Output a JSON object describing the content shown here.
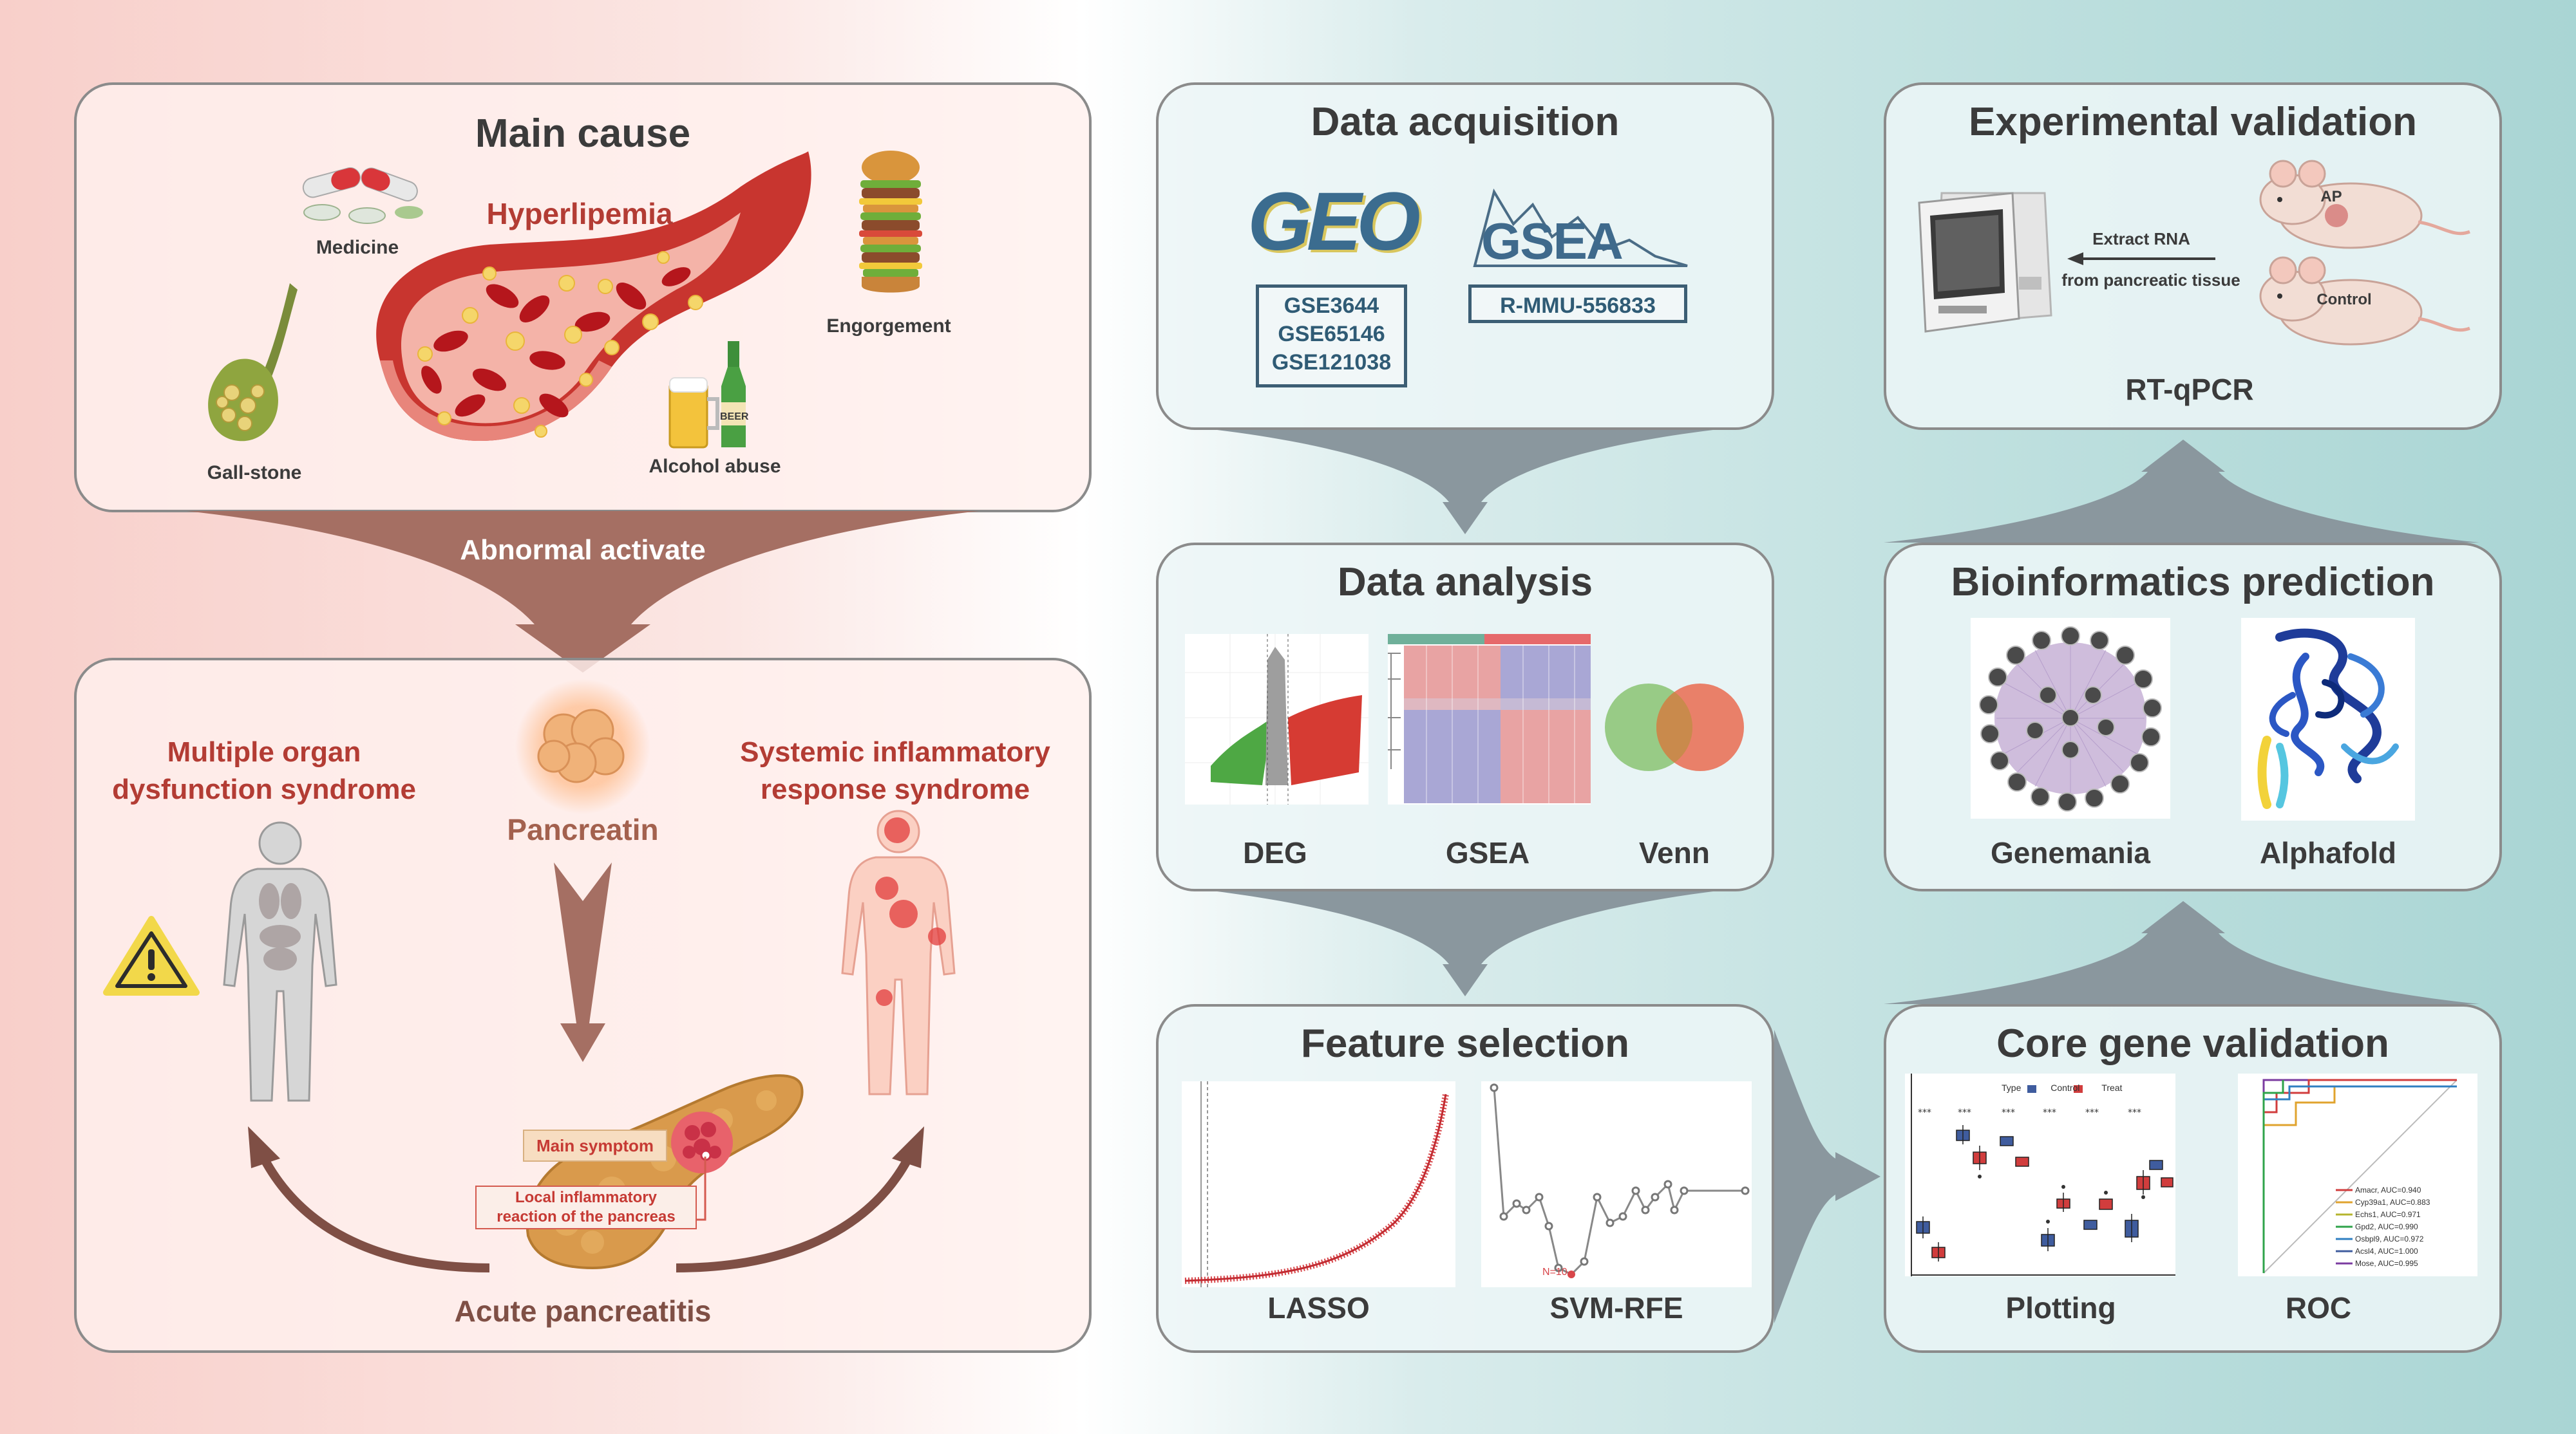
{
  "left": {
    "main_cause": {
      "title": "Main cause",
      "hyperlipemia": "Hyperlipemia",
      "medicine": "Medicine",
      "gallstone": "Gall-stone",
      "alcohol": "Alcohol abuse",
      "beer": "BEER",
      "engorgement": "Engorgement"
    },
    "connector": "Abnormal activate",
    "effects": {
      "mods": "Multiple organ\ndysfunction syndrome",
      "sirs": "Systemic inflammatory\nresponse syndrome",
      "pancreatin": "Pancreatin",
      "main_symptom": "Main symptom",
      "local": "Local inflammatory\nreaction of the pancreas",
      "acute": "Acute pancreatitis"
    }
  },
  "right": {
    "acquisition": {
      "title": "Data acquisition",
      "geo_logo": "GEO",
      "gsea_logo": "GSEA",
      "geo_ids": [
        "GSE3644",
        "GSE65146",
        "GSE121038"
      ],
      "gsea_id": "R-MMU-556833"
    },
    "analysis": {
      "title": "Data analysis",
      "labels": [
        "DEG",
        "GSEA",
        "Venn"
      ]
    },
    "feature": {
      "title": "Feature selection",
      "labels": [
        "LASSO",
        "SVM-RFE"
      ],
      "svm_marker": "N=10"
    },
    "validation": {
      "title": "Experimental validation",
      "extract": "Extract RNA",
      "from": "from pancreatic tissue",
      "ap": "AP",
      "control": "Control",
      "method": "RT-qPCR"
    },
    "bioinfo": {
      "title": "Bioinformatics prediction",
      "labels": [
        "Genemania",
        "Alphafold"
      ]
    },
    "core": {
      "title": "Core gene validation",
      "labels": [
        "Plotting",
        "ROC"
      ],
      "box_legend": {
        "type": "Type",
        "control": "Control",
        "treat": "Treat"
      },
      "roc_legend": [
        "Amacr, AUC=0.940",
        "Cyp39a1, AUC=0.883",
        "Echs1, AUC=0.971",
        "Gpd2, AUC=0.990",
        "Osbpl9, AUC=0.972",
        "Acsl4, AUC=1.000",
        "Mose, AUC=0.995"
      ]
    }
  },
  "colors": {
    "arrow_left": "#a56f63",
    "arrow_right": "#8a979e",
    "title_dark": "#3b3b3b",
    "red_title": "#b33c34",
    "brown_title": "#a3614e",
    "box_border": "#3c5e74"
  },
  "icons": [
    "gallbladder-icon",
    "blood-vessel-icon",
    "pills-icon",
    "beer-icon",
    "burger-icon",
    "pancreas-icon",
    "human-body-icon",
    "warning-icon",
    "pcr-machine-icon",
    "mouse-icon"
  ]
}
